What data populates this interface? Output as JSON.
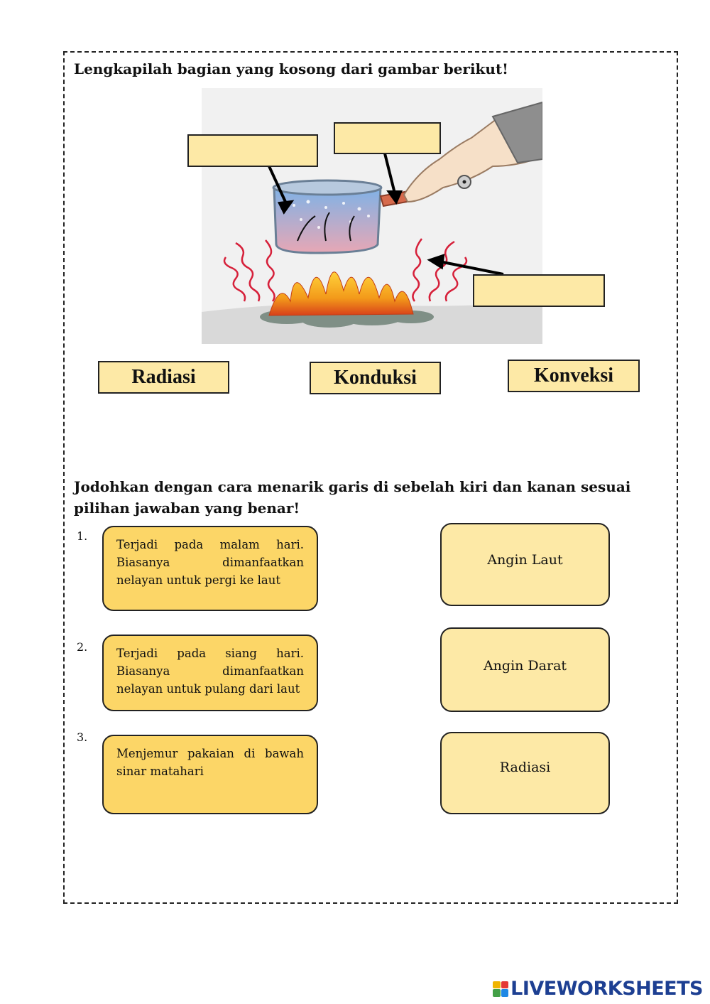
{
  "section1": {
    "heading": "Lengkapilah bagian yang kosong dari gambar berikut!",
    "answer_tiles": [
      "Radiasi",
      "Konduksi",
      "Konveksi"
    ]
  },
  "section2": {
    "heading": "Jodohkan dengan cara menarik garis di sebelah kiri dan kanan sesuai pilihan jawaban yang benar!",
    "left_items": [
      {
        "number": "1.",
        "text": "Terjadi pada malam hari. Biasanya dimanfaatkan nelayan untuk pergi ke laut"
      },
      {
        "number": "2.",
        "text": "Terjadi pada siang hari. Biasanya dimanfaatkan nelayan untuk pulang dari laut"
      },
      {
        "number": "3.",
        "text": "Menjemur pakaian di bawah sinar matahari"
      }
    ],
    "right_items": [
      "Angin Laut",
      "Angin Darat",
      "Radiasi"
    ]
  },
  "footer": {
    "brand": "LIVEWORKSHEETS",
    "brand_colors": [
      "#f0b400",
      "#e53935",
      "#43a047",
      "#1e88e5"
    ]
  },
  "colors": {
    "blank_fill": "#fde9a6",
    "card_dark": "#fcd667",
    "card_light": "#fde9a6",
    "brand_text": "#1d3f92"
  },
  "icons": {
    "illustration": "pot-on-fire-heat-transfer-illustration"
  }
}
